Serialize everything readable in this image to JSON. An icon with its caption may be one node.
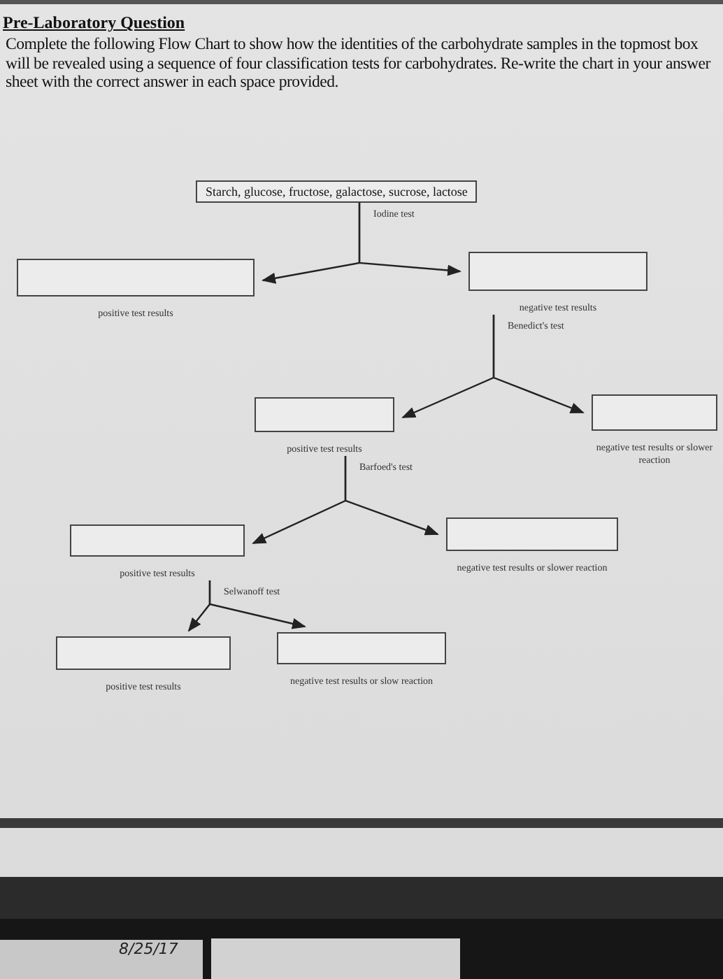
{
  "diagram": {
    "title": "Pre-Laboratory Question",
    "nodes": [
      {
        "text": [
          "Starch, glucose, fructose, galactose, sucrose, lactose"
        ]
      },
      {
        "text": [],
        "shape": "box",
        "beside": [
          "positive test results"
        ]
      },
      {
        "text": [],
        "shape": "box",
        "beside": [
          "negative test results"
        ]
      },
      {
        "text": [],
        "shape": "box",
        "beside": [
          "positive test results"
        ]
      },
      {
        "text": [],
        "shape": "box",
        "beside": [
          "negative test results or slower reaction"
        ]
      },
      {
        "text": [],
        "shape": "box",
        "beside": [
          "positive test results"
        ]
      },
      {
        "text": [],
        "shape": "box",
        "beside": [
          "negative test results or slower reaction"
        ]
      },
      {
        "text": [],
        "shape": "box",
        "beside": [
          "positive test results"
        ]
      },
      {
        "text": [],
        "shape": "box",
        "beside": [
          "negative test results or slow reaction"
        ]
      }
    ],
    "edges": [
      {
        "from": 0,
        "to": 1,
        "arrow": "to",
        "label": "Iodine test"
      },
      {
        "from": 0,
        "to": 2,
        "arrow": "to"
      },
      {
        "from": 2,
        "to": 3,
        "arrow": "to",
        "label": "Benedict's test"
      },
      {
        "from": 2,
        "to": 4,
        "arrow": "to"
      },
      {
        "from": 3,
        "to": 5,
        "arrow": "to",
        "label": "Barfoed's test"
      },
      {
        "from": 3,
        "to": 6,
        "arrow": "to"
      },
      {
        "from": 5,
        "to": 7,
        "arrow": "to",
        "label": "Selwanoff test"
      },
      {
        "from": 5,
        "to": 8,
        "arrow": "to"
      }
    ],
    "labels": [
      "Complete the following Flow Chart to show how the identities of the carbohydrate samples in the topmost box will be revealed using a sequence of four classification tests for carbohydrates. Re-write the chart in your answer sheet with the correct answer in each space provided.",
      "8/25/17"
    ]
  }
}
